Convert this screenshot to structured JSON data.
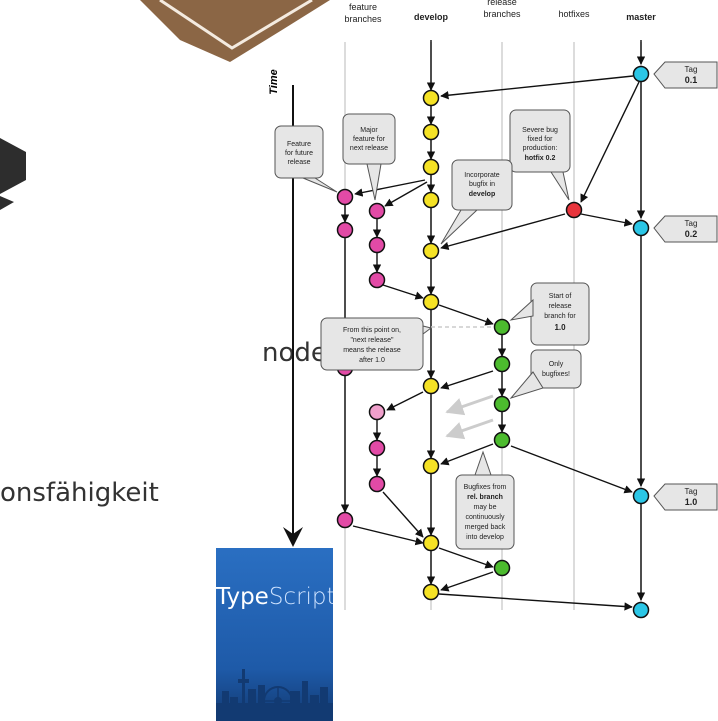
{
  "slide_text": {
    "node_js": "node.js",
    "fragment": "onsfähigkeit"
  },
  "typescript_logo": {
    "prefix": "Type",
    "suffix": "Script"
  },
  "diagram": {
    "column_headers": {
      "feature": [
        "feature",
        "branches"
      ],
      "develop": "develop",
      "release": [
        "release",
        "branches"
      ],
      "hotfixes": "hotfixes",
      "master": "master"
    },
    "time_label": "Time",
    "tags": [
      {
        "label": "Tag",
        "version": "0.1"
      },
      {
        "label": "Tag",
        "version": "0.2"
      },
      {
        "label": "Tag",
        "version": "1.0"
      }
    ],
    "callouts": {
      "feature_future": [
        "Feature",
        "for future",
        "release"
      ],
      "major_feature": [
        "Major",
        "feature for",
        "next release"
      ],
      "severe_bug": [
        "Severe bug",
        "fixed for",
        "production:",
        "hotfix 0.2"
      ],
      "incorporate": [
        "Incorporate",
        "bugfix in",
        "develop"
      ],
      "start_release": [
        "Start of",
        "release",
        "branch for",
        "1.0"
      ],
      "from_this_point": [
        "From this point on,",
        "\"next release\"",
        "means the release",
        "after 1.0"
      ],
      "only_bugfixes": [
        "Only",
        "bugfixes!"
      ],
      "bugfixes_from": [
        "Bugfixes from",
        "rel. branch",
        "may be",
        "continuously",
        "merged back",
        "into develop"
      ]
    },
    "colors": {
      "feature": "#e24aa6",
      "develop": "#f5e225",
      "release": "#4cbb2e",
      "hotfix": "#e8343c",
      "master": "#2bc6e6",
      "brown": "#8b6645"
    }
  }
}
